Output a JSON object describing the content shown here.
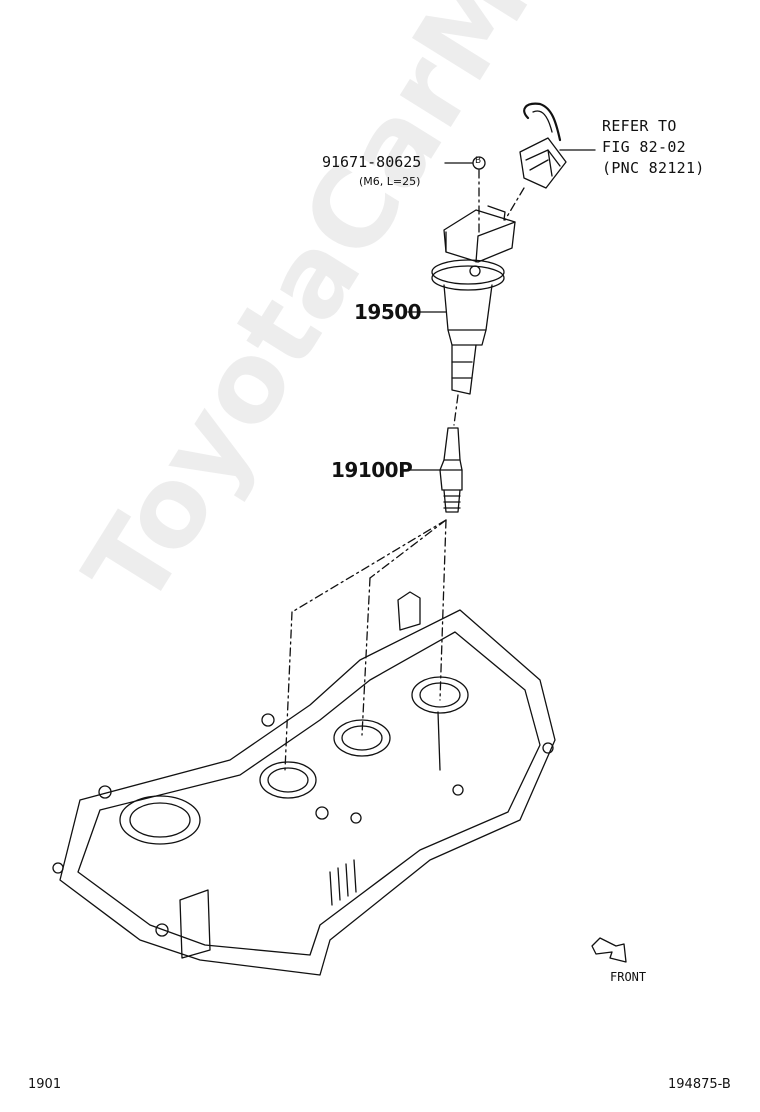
{
  "watermark": "ToyotaCarMine.ru",
  "parts": {
    "bolt": {
      "number": "91671-80625",
      "spec": "(M6, L=25)",
      "marker": "B"
    },
    "coil": {
      "number": "19500"
    },
    "plug": {
      "number": "19100P"
    }
  },
  "reference": {
    "line1": "REFER TO",
    "line2": "FIG 82-02",
    "line3": "(PNC 82121)"
  },
  "direction": {
    "label": "FRONT"
  },
  "footer": {
    "left": "1901",
    "right": "194875-B"
  }
}
